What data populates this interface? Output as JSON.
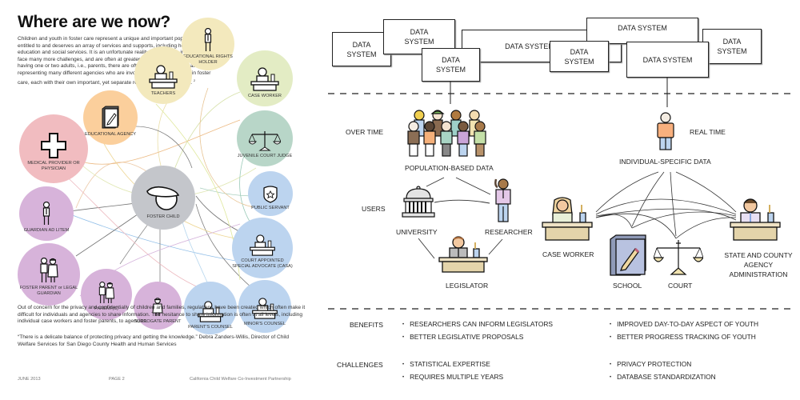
{
  "left_page": {
    "title": "Where are we now?",
    "intro": "Children and youth in foster care represent a unique and important population that is entitled to and deserves an array of services and supports, including health, education and social services.  It is an unfortunate reality that children in foster care face many more challenges, and are often at greater risk than their peers.  Instead of having one or two adults, i.e., parents, there are often ten or more individuals representing many different agencies who are involved in the life of a child in foster care, each with their own important, yet separate roles and responsibilities.",
    "intro_footnote": "2",
    "concern": "Out of concern for the privacy and confidentially of children and families, regulations have been created which often make it difficult for individuals and agencies to share information.  The hesitance to share information is often at all levels, including individual case workers and foster parents, to agencies.",
    "quote": "“There is a delicate balance of protecting privacy and getting the knowledge.” Debra Zanders-Willis, Director of Child Welfare Services for San Diego County Health and Human Services",
    "footer": {
      "date": "JUNE 2013",
      "page": "PAGE 2",
      "org": "California Child Welfare Co-Investment Partnership"
    },
    "center": {
      "label": "FOSTER CHILD",
      "icon": "child-icon",
      "color": "#c4c6cb"
    },
    "stakeholders": [
      {
        "id": "educational-rights-holder",
        "label": "EDUCATIONAL RIGHTS HOLDER",
        "icon": "person-icon",
        "color": "#f3e9bd"
      },
      {
        "id": "teachers",
        "label": "TEACHERS",
        "icon": "desk-person-icon",
        "color": "#f3e9bd"
      },
      {
        "id": "case-worker",
        "label": "CASE WORKER",
        "icon": "desk-person-icon",
        "color": "#e3ecc4"
      },
      {
        "id": "educational-agency",
        "label": "EDUCATIONAL AGENCY",
        "icon": "book-pencil-icon",
        "color": "#fbcf9c"
      },
      {
        "id": "medical-provider",
        "label": "MEDICAL PROVIDER OR PHYSICIAN",
        "icon": "medical-cross-icon",
        "color": "#f1bcc0"
      },
      {
        "id": "juvenile-court-judge",
        "label": "JUVENILE COURT JUDGE",
        "icon": "scales-icon",
        "color": "#b8d6c8"
      },
      {
        "id": "public-servant",
        "label": "PUBLIC SERVANT",
        "icon": "badge-icon",
        "color": "#bcd4ef"
      },
      {
        "id": "guardian-ad-litem",
        "label": "GUARDIAN AD LITEM",
        "icon": "person-icon",
        "color": "#d7b3da"
      },
      {
        "id": "casa",
        "label": "COURT APPOINTED SPECIAL ADVOCATE (CASA)",
        "icon": "desk-person-icon",
        "color": "#bcd4ef"
      },
      {
        "id": "foster-parent",
        "label": "FOSTER PARENT or LEGAL GUARDIAN",
        "icon": "couple-icon",
        "color": "#d7b3da"
      },
      {
        "id": "parents",
        "label": "PARENT(S)",
        "icon": "couple-icon",
        "color": "#d7b3da"
      },
      {
        "id": "surrogate-parent",
        "label": "SURROGATE PARENT",
        "icon": "person-woman-icon",
        "color": "#d7b3da"
      },
      {
        "id": "parents-counsel",
        "label": "PARENT'S COUNSEL",
        "icon": "desk-person-icon",
        "color": "#bcd4ef"
      },
      {
        "id": "minors-counsel",
        "label": "MINOR'S COUNSEL",
        "icon": "desk-person-icon",
        "color": "#bcd4ef"
      }
    ]
  },
  "right_page": {
    "data_systems": [
      "DATA SYSTEM",
      "DATA SYSTEM",
      "DATA SYSTEM",
      "DATA SYSTEM",
      "DATA SYSTEM",
      "DATA SYSTEM",
      "DATA SYSTEM",
      "DATA SYSTEM"
    ],
    "row_labels": {
      "over_time": "OVER TIME",
      "real_time": "REAL TIME",
      "users": "USERS"
    },
    "population": {
      "label": "POPULATION-BASED DATA",
      "icon": "crowd-icon"
    },
    "individual": {
      "label": "INDIVIDUAL-SPECIFIC DATA",
      "icon": "individual-icon"
    },
    "population_users": [
      {
        "label": "UNIVERSITY",
        "icon": "university-icon"
      },
      {
        "label": "RESEARCHER",
        "icon": "researcher-icon"
      },
      {
        "label": "LEGISLATOR",
        "icon": "legislator-desk-icon"
      }
    ],
    "individual_users": [
      {
        "label": "CASE WORKER",
        "icon": "case-worker-desk-icon"
      },
      {
        "label": "SCHOOL",
        "icon": "school-book-icon"
      },
      {
        "label": "COURT",
        "icon": "court-scales-icon"
      },
      {
        "label": "STATE AND COUNTY AGENCY ADMINISTRATION",
        "icon": "admin-desk-icon"
      }
    ],
    "benefits": {
      "label": "BENEFITS",
      "population": [
        "RESEARCHERS CAN INFORM LEGISLATORS",
        "BETTER LEGISLATIVE PROPOSALS"
      ],
      "individual": [
        "IMPROVED DAY-TO-DAY ASPECT OF YOUTH",
        "BETTER PROGRESS TRACKING OF YOUTH"
      ]
    },
    "challenges": {
      "label": "CHALLENGES",
      "population": [
        "STATISTICAL EXPERTISE",
        "REQUIRES MULTIPLE YEARS"
      ],
      "individual": [
        "PRIVACY PROTECTION",
        "DATABASE STANDARDIZATION"
      ]
    }
  }
}
